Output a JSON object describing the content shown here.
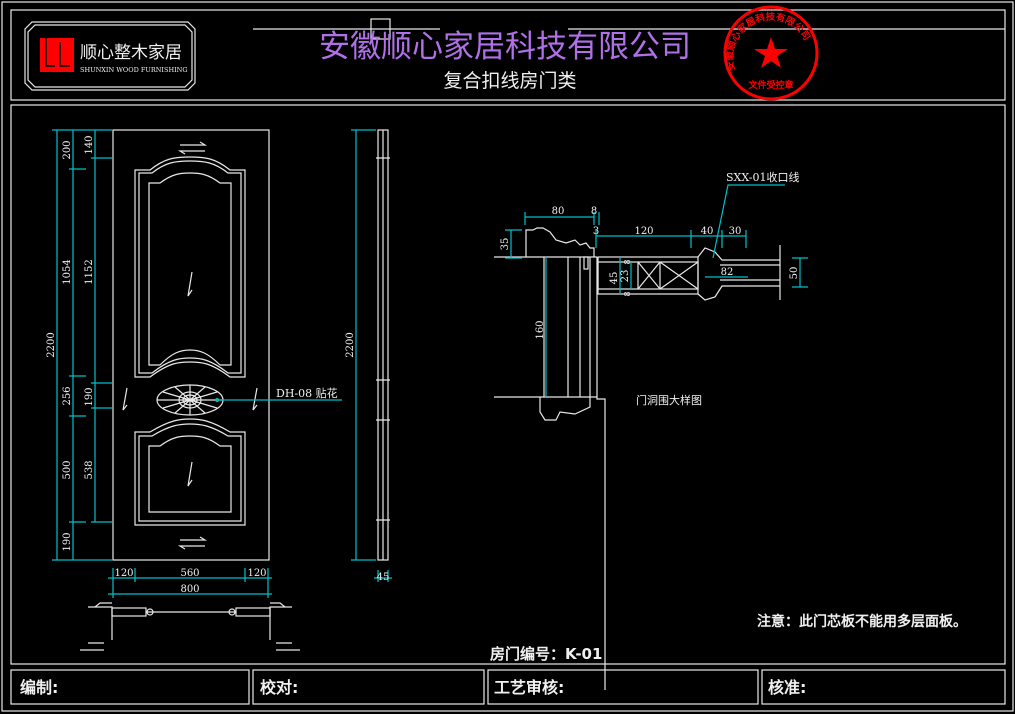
{
  "header": {
    "logo_cn": "顺心整木家居",
    "logo_en": "SHUNXIN WOOD FURNISHING",
    "company_title": "安徽顺心家居科技有限公司",
    "subtitle": "复合扣线房门类",
    "stamp_ring": "安徽顺心家居科技有限公司",
    "stamp_bottom": "文件受控章"
  },
  "colors": {
    "dimension": "#00c0c8",
    "title": "#b070e8",
    "stamp": "#ff0000",
    "line": "#e8e8e8"
  },
  "front_view": {
    "total_height": "2200",
    "left_dims_outer": [
      "200",
      "1054",
      "256",
      "500",
      "190"
    ],
    "left_dims_inner": [
      "140",
      "1152",
      "190",
      "538"
    ],
    "bottom_dims": [
      "120",
      "560",
      "120"
    ],
    "total_width": "800",
    "applique_label": "DH-08 贴花"
  },
  "side_view": {
    "height": "2200",
    "thickness": "45"
  },
  "detail": {
    "label_trim": "SXX-01收口线",
    "dims": [
      "80",
      "8",
      "3",
      "120",
      "40",
      "30",
      "35",
      "45",
      "23",
      "8",
      "8",
      "82",
      "50",
      "160"
    ],
    "caption": "门洞围大样图"
  },
  "notes": {
    "warning": "注意：此门芯板不能用多层面板。",
    "door_number": "房门编号：K-01"
  },
  "footer": {
    "cells": [
      "编制:",
      "校对:",
      "工艺审核:",
      "核准:"
    ]
  }
}
